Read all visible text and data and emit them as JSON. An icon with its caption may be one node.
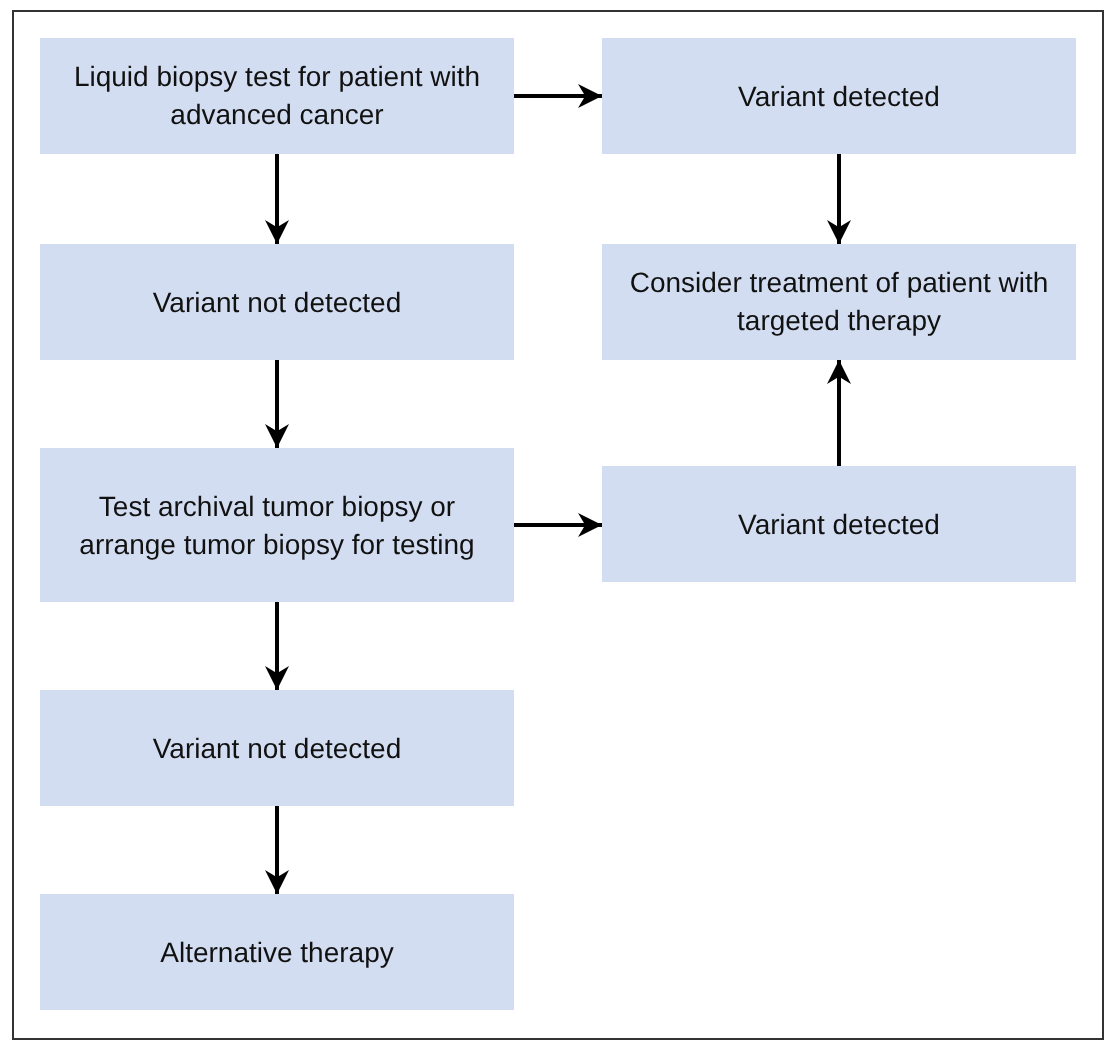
{
  "diagram": {
    "nodes": [
      {
        "text": [
          "Liquid biopsy test for patient with advanced cancer"
        ]
      },
      {
        "text": [
          "Variant detected"
        ]
      },
      {
        "text": [
          "Variant not detected"
        ]
      },
      {
        "text": [
          "Consider treatment of patient with targeted therapy"
        ]
      },
      {
        "text": [
          "Test archival tumor biopsy or arrange tumor biopsy for testing"
        ]
      },
      {
        "text": [
          "Variant detected"
        ]
      },
      {
        "text": [
          "Variant not detected"
        ]
      },
      {
        "text": [
          "Alternative therapy"
        ]
      }
    ],
    "edges": [
      {
        "from": 0,
        "to": 1,
        "arrow": "to"
      },
      {
        "from": 0,
        "to": 2,
        "arrow": "to"
      },
      {
        "from": 1,
        "to": 3,
        "arrow": "to"
      },
      {
        "from": 2,
        "to": 4,
        "arrow": "to"
      },
      {
        "from": 4,
        "to": 5,
        "arrow": "to"
      },
      {
        "from": 5,
        "to": 3,
        "arrow": "to"
      },
      {
        "from": 4,
        "to": 6,
        "arrow": "to"
      },
      {
        "from": 6,
        "to": 7,
        "arrow": "to"
      }
    ]
  }
}
